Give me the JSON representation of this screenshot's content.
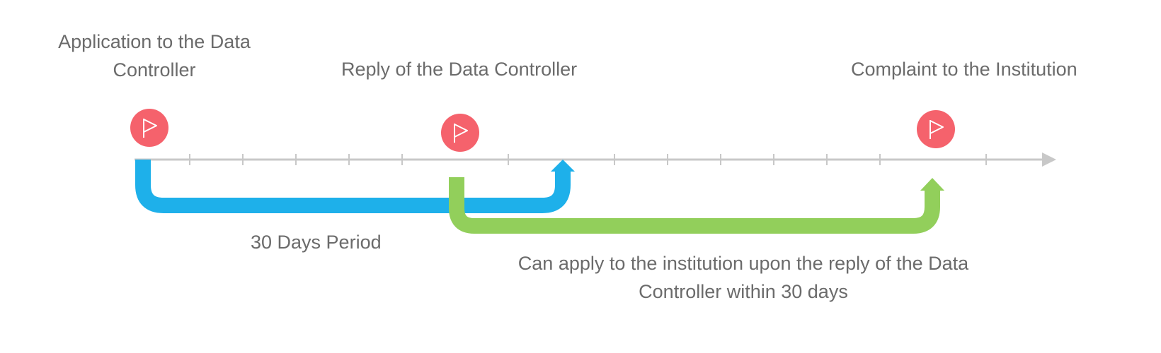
{
  "milestones": [
    {
      "label_line1": "Application to the Data",
      "label_line2": "Controller",
      "icon": "flag-icon"
    },
    {
      "label_line1": "Reply of the Data Controller",
      "icon": "flag-icon"
    },
    {
      "label_line1": "Complaint to the Institution",
      "icon": "flag-icon"
    }
  ],
  "periods": [
    {
      "label": "30 Days Period",
      "color": "#1eb0ea"
    },
    {
      "label_line1": "Can apply to the institution upon the reply of the Data",
      "label_line2": "Controller within 30 days",
      "color": "#92cf5b"
    }
  ],
  "colors": {
    "flag_marker": "#f5626c",
    "axis": "#c8c8c8",
    "text": "#6b6b6b"
  }
}
